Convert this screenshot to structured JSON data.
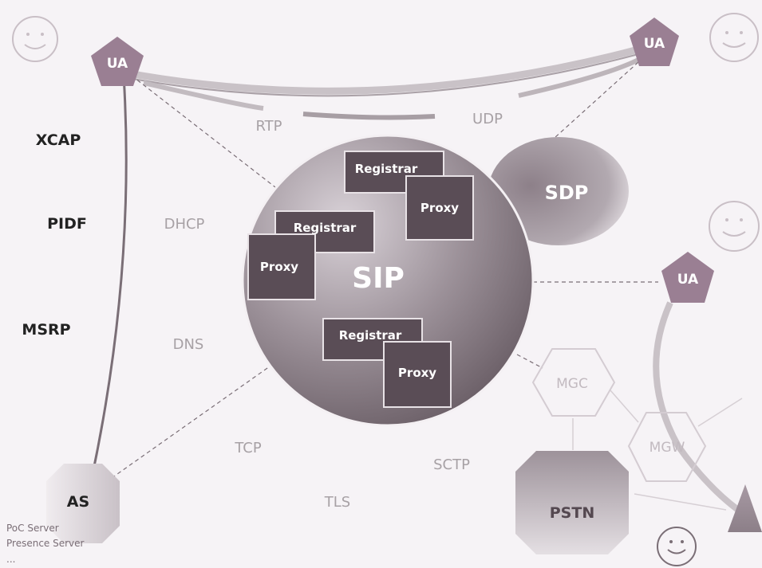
{
  "left_protocols": [
    "XCAP",
    "PIDF",
    "MSRP"
  ],
  "left_faint_protocols": [
    "DHCP",
    "DNS"
  ],
  "top_protocols": [
    "RTP",
    "UDP"
  ],
  "bottom_protocols": [
    "TCP",
    "TLS",
    "SCTP"
  ],
  "core": {
    "label": "SIP",
    "registrar_label": "Registrar",
    "proxy_label": "Proxy"
  },
  "sdp": {
    "label": "SDP"
  },
  "user_agent": {
    "label": "UA"
  },
  "app_server": {
    "label": "AS",
    "examples": [
      "PoC Server",
      "Presence Server",
      "..."
    ]
  },
  "pstn_side": {
    "mgc": "MGC",
    "mgw": "MGW",
    "pstn": "PSTN"
  },
  "colors": {
    "background": "#f6f3f6",
    "ua": "#9a7f93",
    "box": "#5a4d56",
    "faint_text": "#a7a1a5",
    "dark_text": "#222222"
  }
}
